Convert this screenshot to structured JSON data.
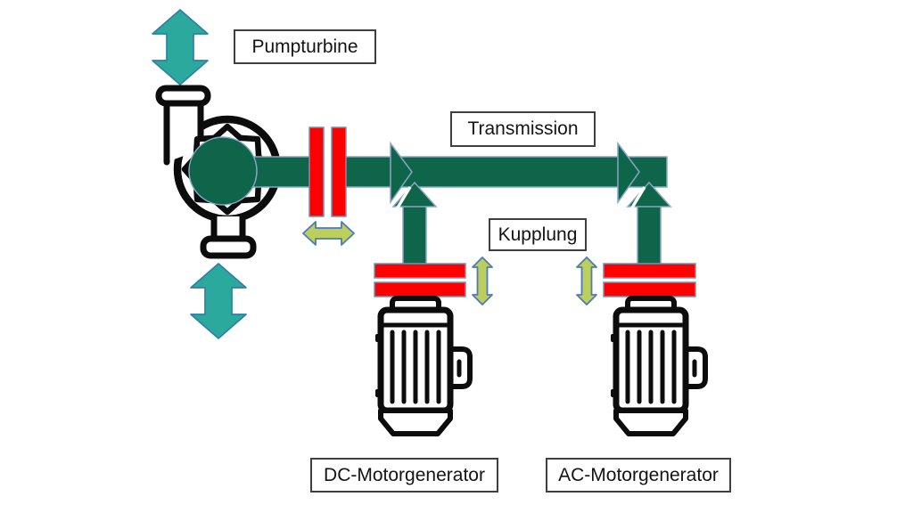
{
  "labels": {
    "pumpturbine": "Pumpturbine",
    "transmission": "Transmission",
    "kupplung": "Kupplung",
    "dc_motorgenerator": "DC-Motorgenerator",
    "ac_motorgenerator": "AC-Motorgenerator"
  },
  "colors": {
    "shaft_green": "#0E6549",
    "shaft_green_stroke": "#8AA6C6",
    "turbine_teal": "#2BA99D",
    "turbine_teal_stroke": "#2F7FA6",
    "coupling_red": "#FF0000",
    "coupling_red_stroke": "#7C90AF",
    "clearance_yellow_green": "#BCCF5C",
    "clearance_yellow_green_stroke": "#4D79BE",
    "icon_black": "#0C0C0C",
    "label_border": "#3F3F3F"
  },
  "icons": {
    "pump": "centrifugal-pump-icon",
    "dc_motor": "electric-motor-icon",
    "ac_motor": "electric-motor-icon",
    "flow_top": "double-arrow-vertical-icon",
    "flow_bottom": "double-arrow-vertical-icon",
    "clearance_pump": "double-arrow-horizontal-icon",
    "clearance_dc": "double-arrow-vertical-icon",
    "clearance_ac": "double-arrow-vertical-icon"
  }
}
